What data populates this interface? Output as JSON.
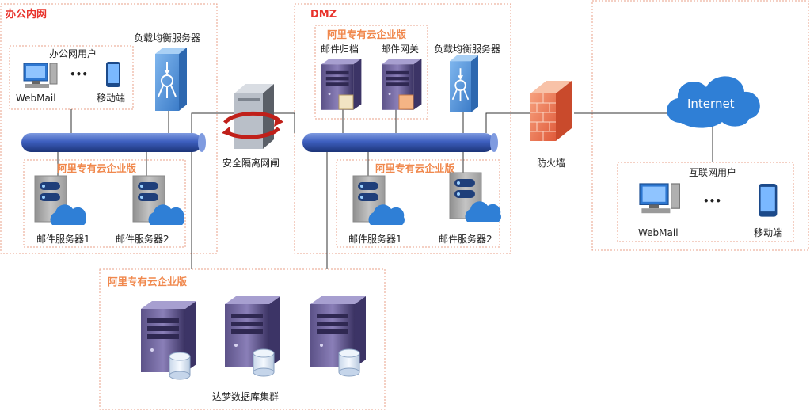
{
  "zones": {
    "office": "办公内网",
    "dmz": "DMZ"
  },
  "office": {
    "users_title": "办公网用户",
    "webmail": "WebMail",
    "mobile": "移动端",
    "dots": "•••",
    "lb_label": "负载均衡服务器",
    "cloud_tag": "阿里专有云企业版",
    "server1": "邮件服务器1",
    "server2": "邮件服务器2"
  },
  "gateway": {
    "label": "安全隔离网闸"
  },
  "dmz": {
    "cloud_tag_top": "阿里专有云企业版",
    "archive": "邮件归档",
    "mail_gateway": "邮件网关",
    "lb_label": "负载均衡服务器",
    "cloud_tag": "阿里专有云企业版",
    "server1": "邮件服务器1",
    "server2": "邮件服务器2"
  },
  "firewall": {
    "label": "防火墙"
  },
  "internet": {
    "cloud_label": "Internet",
    "users_title": "互联网用户",
    "webmail": "WebMail",
    "mobile": "移动端",
    "dots": "•••"
  },
  "db": {
    "cloud_tag": "阿里专有云企业版",
    "label": "达梦数据库集群"
  },
  "colors": {
    "zone_border": "#e8a08a",
    "zone_title": "#e8322b",
    "cloud_tag": "#f0884d",
    "bus": "#3e5bb0",
    "cloud": "#2f7fd6"
  }
}
